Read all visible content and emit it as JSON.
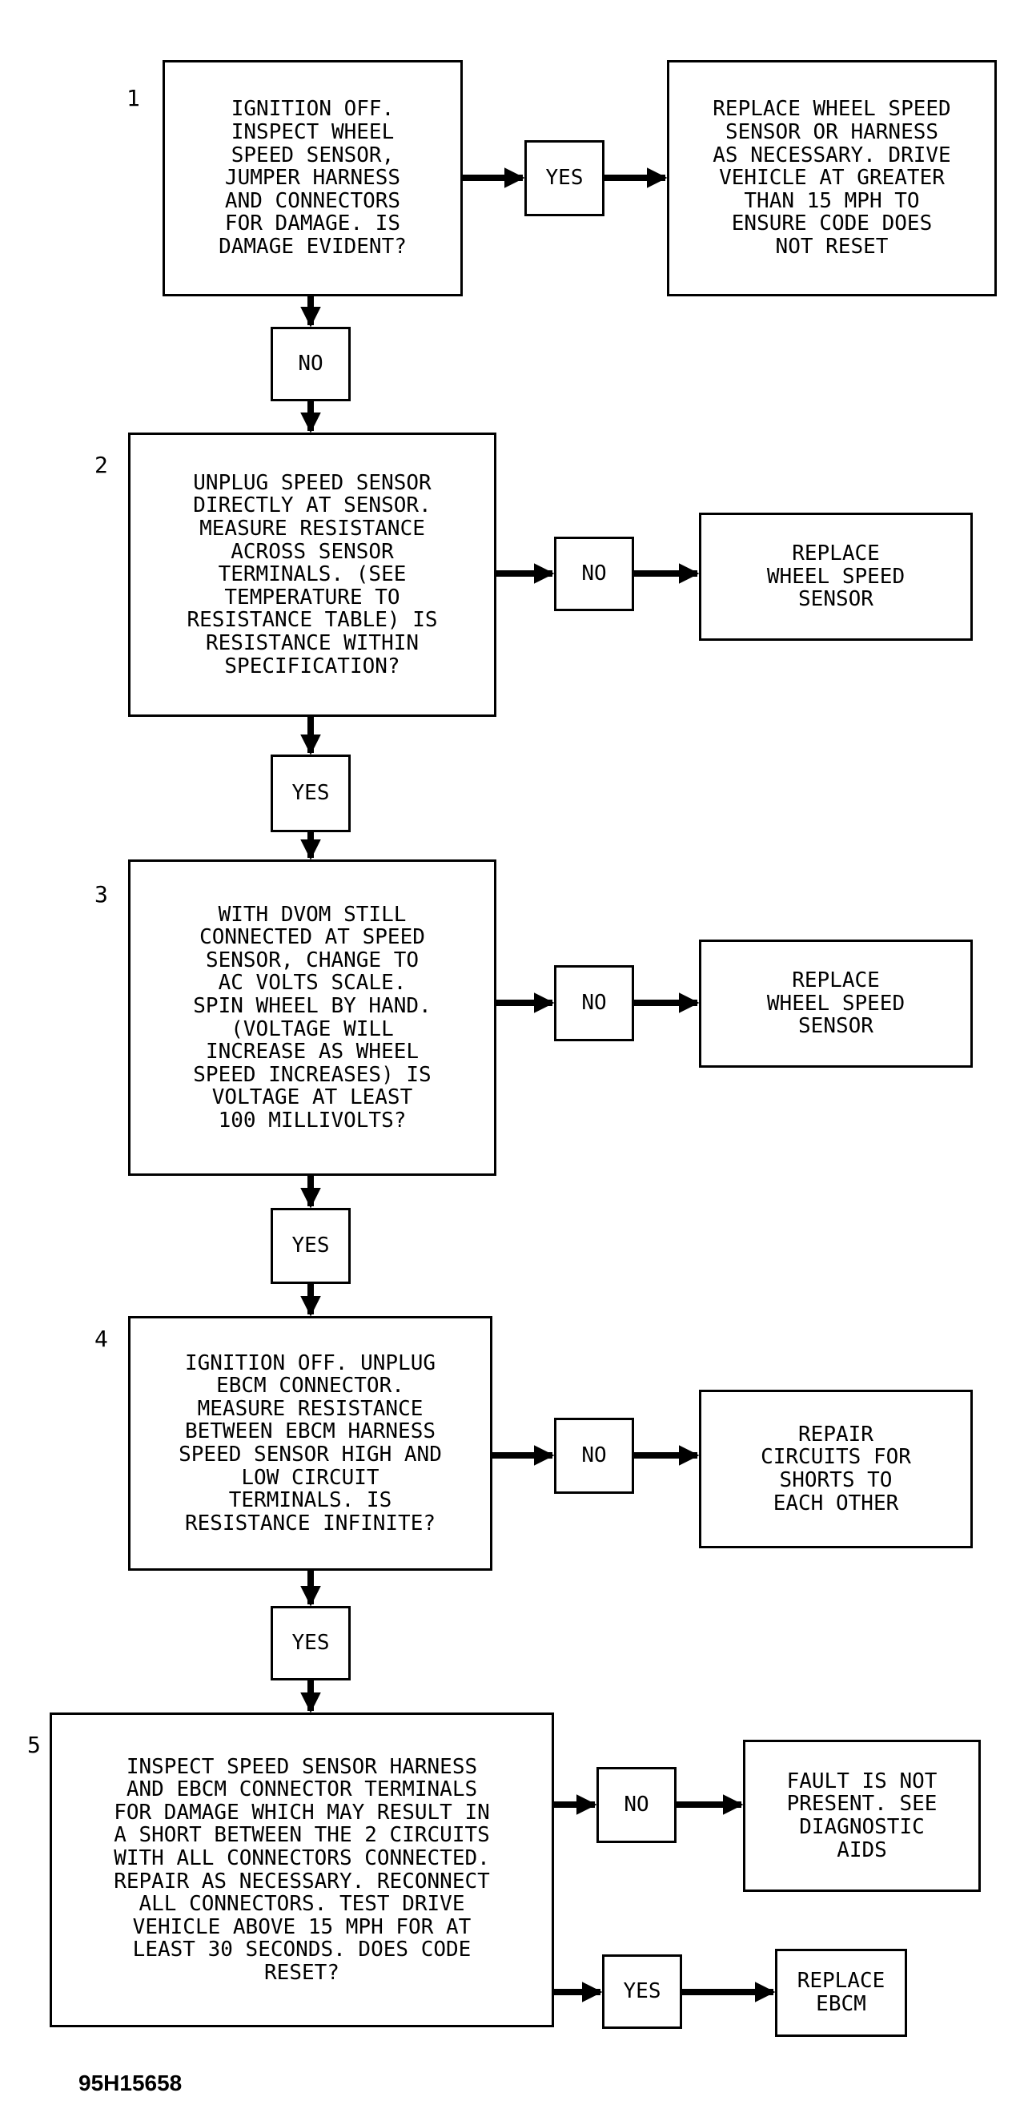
{
  "figure_id": "95H15658",
  "steps": [
    {
      "number": "1",
      "question": "IGNITION OFF.\nINSPECT WHEEL\nSPEED SENSOR,\nJUMPER HARNESS\nAND CONNECTORS\nFOR DAMAGE. IS\nDAMAGE EVIDENT?",
      "branches": [
        {
          "answer": "YES",
          "result": "REPLACE WHEEL SPEED\nSENSOR OR HARNESS\nAS NECESSARY. DRIVE\nVEHICLE AT GREATER\nTHAN 15 MPH TO\nENSURE CODE DOES\nNOT RESET"
        }
      ],
      "next_answer": "NO"
    },
    {
      "number": "2",
      "question": "UNPLUG SPEED SENSOR\nDIRECTLY AT SENSOR.\nMEASURE RESISTANCE\nACROSS SENSOR\nTERMINALS. (SEE\nTEMPERATURE TO\nRESISTANCE TABLE) IS\nRESISTANCE WITHIN\nSPECIFICATION?",
      "branches": [
        {
          "answer": "NO",
          "result": "REPLACE\nWHEEL SPEED\nSENSOR"
        }
      ],
      "next_answer": "YES"
    },
    {
      "number": "3",
      "question": "WITH DVOM STILL\nCONNECTED AT SPEED\nSENSOR, CHANGE TO\nAC VOLTS SCALE.\nSPIN WHEEL BY HAND.\n(VOLTAGE WILL\nINCREASE AS WHEEL\nSPEED INCREASES) IS\nVOLTAGE AT LEAST\n100 MILLIVOLTS?",
      "branches": [
        {
          "answer": "NO",
          "result": "REPLACE\nWHEEL SPEED\nSENSOR"
        }
      ],
      "next_answer": "YES"
    },
    {
      "number": "4",
      "question": "IGNITION OFF. UNPLUG\nEBCM CONNECTOR.\nMEASURE RESISTANCE\nBETWEEN EBCM HARNESS\nSPEED SENSOR HIGH AND\nLOW CIRCUIT\nTERMINALS. IS\nRESISTANCE INFINITE?",
      "branches": [
        {
          "answer": "NO",
          "result": "REPAIR\nCIRCUITS FOR\nSHORTS TO\nEACH OTHER"
        }
      ],
      "next_answer": "YES"
    },
    {
      "number": "5",
      "question": "INSPECT SPEED SENSOR HARNESS\nAND EBCM CONNECTOR TERMINALS\nFOR DAMAGE WHICH MAY RESULT IN\nA SHORT BETWEEN THE 2 CIRCUITS\nWITH ALL CONNECTORS CONNECTED.\nREPAIR AS NECESSARY. RECONNECT\nALL CONNECTORS. TEST DRIVE\nVEHICLE ABOVE 15 MPH FOR AT\nLEAST 30 SECONDS. DOES CODE\nRESET?",
      "branches": [
        {
          "answer": "NO",
          "result": "FAULT IS NOT\nPRESENT. SEE\nDIAGNOSTIC\nAIDS"
        },
        {
          "answer": "YES",
          "result": "REPLACE\nEBCM"
        }
      ]
    }
  ]
}
